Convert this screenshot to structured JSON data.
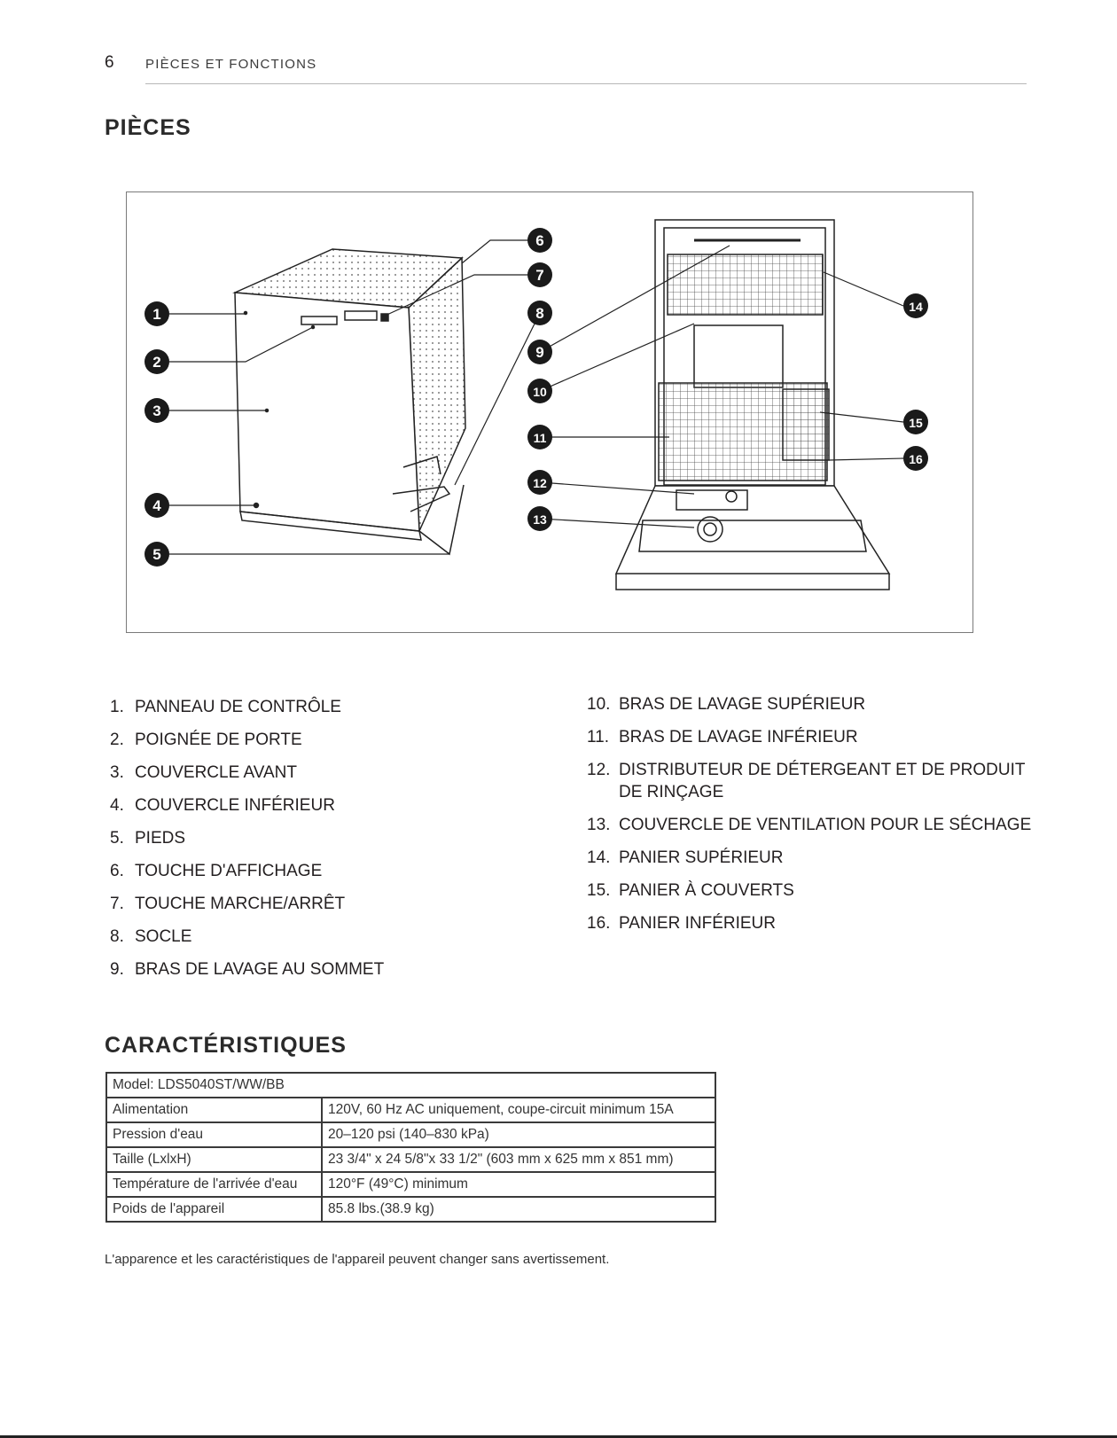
{
  "header": {
    "page_number": "6",
    "section": "PIÈCES ET FONCTIONS"
  },
  "pieces": {
    "title": "PIÈCES",
    "callouts": [
      "1",
      "2",
      "3",
      "4",
      "5",
      "6",
      "7",
      "8",
      "9",
      "10",
      "11",
      "12",
      "13",
      "14",
      "15",
      "16"
    ],
    "parts": [
      {
        "num": "1.",
        "label": "PANNEAU DE CONTRÔLE"
      },
      {
        "num": "2.",
        "label": "POIGNÉE DE PORTE"
      },
      {
        "num": "3.",
        "label": "COUVERCLE AVANT"
      },
      {
        "num": "4.",
        "label": "COUVERCLE INFÉRIEUR"
      },
      {
        "num": "5.",
        "label": "PIEDS"
      },
      {
        "num": "6.",
        "label": "TOUCHE D'AFFICHAGE"
      },
      {
        "num": "7.",
        "label": "TOUCHE MARCHE/ARRÊT"
      },
      {
        "num": "8.",
        "label": "SOCLE"
      },
      {
        "num": "9.",
        "label": "BRAS DE LAVAGE AU SOMMET"
      },
      {
        "num": "10.",
        "label": "BRAS DE LAVAGE SUPÉRIEUR"
      },
      {
        "num": "11.",
        "label": "BRAS DE LAVAGE INFÉRIEUR"
      },
      {
        "num": "12.",
        "label": "DISTRIBUTEUR DE DÉTERGEANT ET DE PRODUIT DE RINÇAGE"
      },
      {
        "num": "13.",
        "label": "COUVERCLE DE VENTILATION POUR LE SÉCHAGE"
      },
      {
        "num": "14.",
        "label": "PANIER SUPÉRIEUR"
      },
      {
        "num": "15.",
        "label": "PANIER À COUVERTS"
      },
      {
        "num": "16.",
        "label": "PANIER INFÉRIEUR"
      }
    ]
  },
  "caracteristiques": {
    "title": "CARACTÉRISTIQUES",
    "model": "Model: LDS5040ST/WW/BB",
    "rows": [
      {
        "key": "Alimentation",
        "value": "120V, 60 Hz AC uniquement, coupe-circuit minimum 15A"
      },
      {
        "key": "Pression d'eau",
        "value": "20–120 psi (140–830 kPa)"
      },
      {
        "key": "Taille (LxlxH)",
        "value": "23 3/4\" x 24 5/8\"x 33 1/2\" (603 mm x 625 mm x 851 mm)"
      },
      {
        "key": "Température de l'arrivée d'eau",
        "value": "120°F (49°C) minimum"
      },
      {
        "key": "Poids de l'appareil",
        "value": "85.8 lbs.(38.9 kg)"
      }
    ],
    "note": "L'apparence et les caractéristiques de l'appareil peuvent changer sans avertissement."
  }
}
